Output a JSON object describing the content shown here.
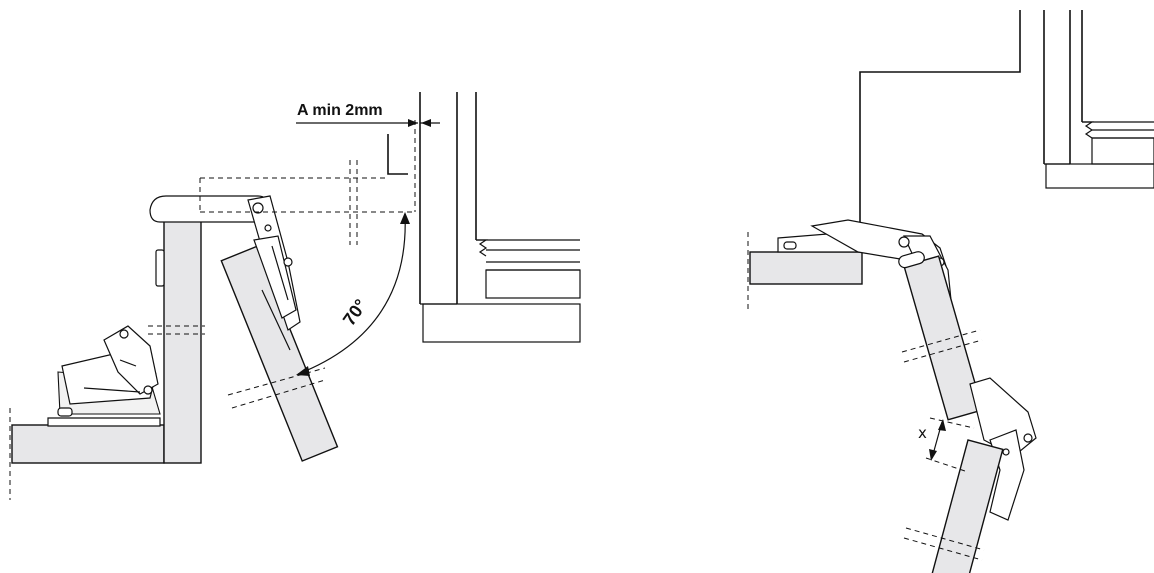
{
  "figure_left": {
    "clearance_label": "A min 2mm",
    "angle_label": "70°"
  },
  "figure_right": {
    "offset_label": "x"
  },
  "colors": {
    "panel_fill": "#e7e7e9",
    "line": "#111111"
  }
}
